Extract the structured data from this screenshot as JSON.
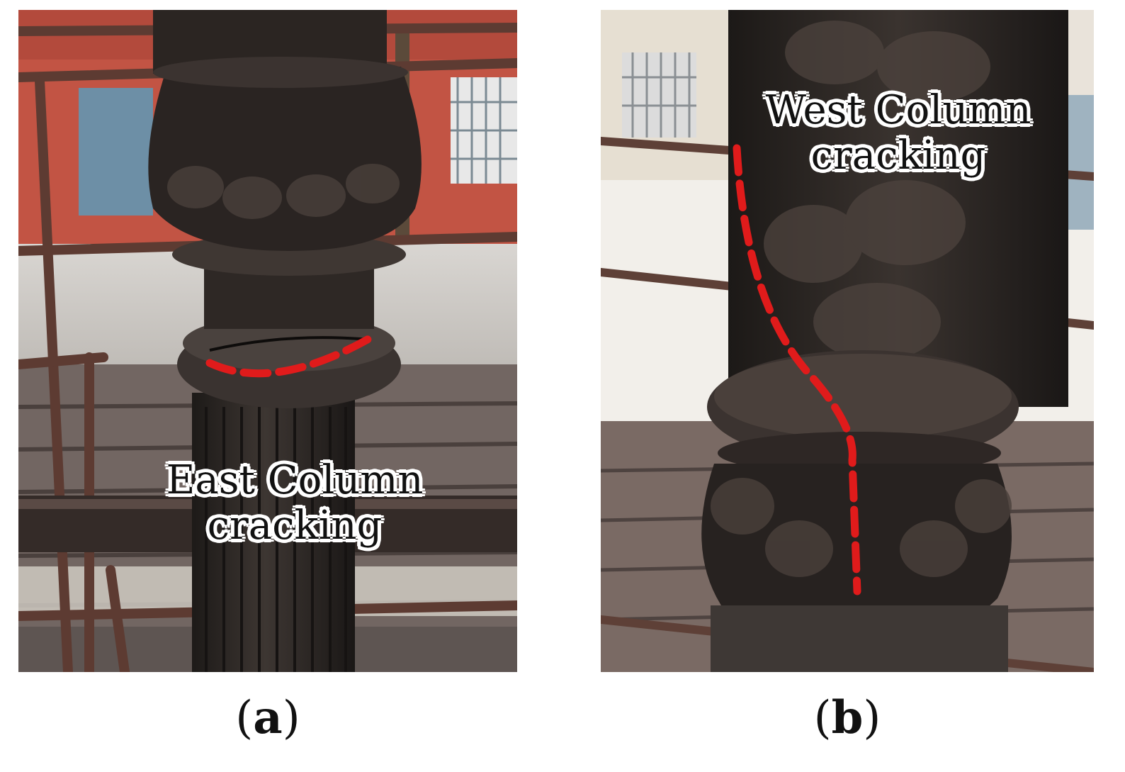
{
  "figure": {
    "panels": [
      {
        "id": "a",
        "caption_line1": "East Column",
        "caption_line2": "cracking",
        "label_open": "(",
        "label_letter": "a",
        "label_close": ")"
      },
      {
        "id": "b",
        "caption_line1": "West Column",
        "caption_line2": "cracking",
        "label_open": "(",
        "label_letter": "b",
        "label_close": ")"
      }
    ],
    "colors": {
      "crack_marker": "#e01b1b",
      "column_iron": "#2b2623",
      "scaffold": "#5a3a30",
      "wall_red": "#b8483a",
      "deck_wood": "#6f5f5a"
    }
  }
}
